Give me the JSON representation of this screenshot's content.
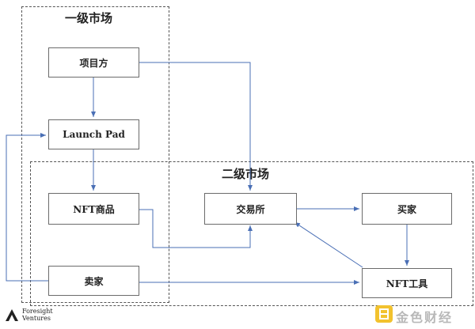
{
  "regions": {
    "primary_market": "一级市场",
    "secondary_market": "二级市场"
  },
  "nodes": {
    "project_party": "项目方",
    "launch_pad": "Launch Pad",
    "nft_goods": "NFT商品",
    "seller": "卖家",
    "exchange": "交易所",
    "buyer": "买家",
    "nft_tools": "NFT工具"
  },
  "logos": {
    "left_line1": "Foresight",
    "left_line2": "Ventures",
    "right_name": "金色财经"
  },
  "colors": {
    "arrow": "#4a6fb5",
    "box_border": "#6b6b6b",
    "dashed_border": "#555555",
    "brand_gold": "#f2c22e"
  }
}
